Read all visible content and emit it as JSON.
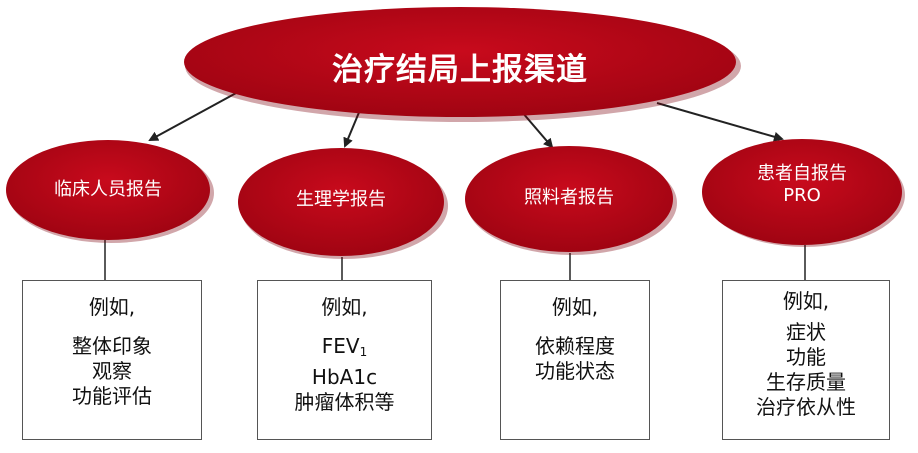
{
  "colors": {
    "ellipse_fill": "#b00615",
    "ellipse_shadow": "#7a000b",
    "line": "#222222",
    "box_border": "#555555"
  },
  "root": {
    "label": "治疗结局上报渠道"
  },
  "nodes": [
    {
      "label": "临床人员报告",
      "box": {
        "eg": "例如,",
        "items": [
          "整体印象",
          "观察",
          "功能评估"
        ]
      }
    },
    {
      "label": "生理学报告",
      "box": {
        "eg": "例如,",
        "items": [
          "FEV",
          "HbA1c",
          "肿瘤体积等"
        ],
        "fev_sub": "1"
      }
    },
    {
      "label": "照料者报告",
      "box": {
        "eg": "例如,",
        "items": [
          "依赖程度",
          "功能状态"
        ]
      }
    },
    {
      "label": "患者自报告",
      "sublabel": "PRO",
      "box": {
        "eg": "例如,",
        "items": [
          "症状",
          "功能",
          "生存质量",
          "治疗依从性"
        ]
      }
    }
  ]
}
